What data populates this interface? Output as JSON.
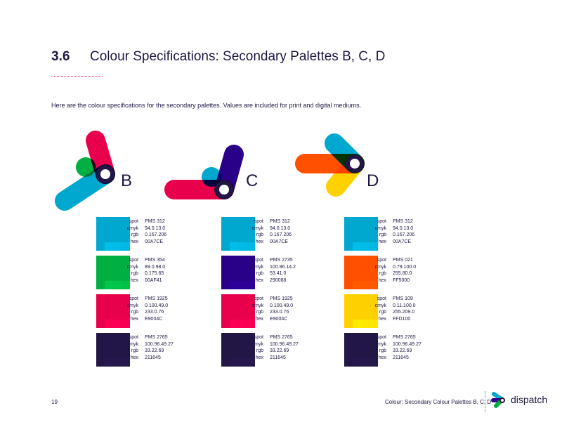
{
  "section_number": "3.6",
  "title": "Colour Specifications: Secondary Palettes B, C, D",
  "intro": "Here are the colour specifications for the secondary palettes. Values are included for print and digital mediums.",
  "labels": {
    "spot": "spot",
    "cmyk": "cmyk",
    "rgb": "rgb",
    "hex": "hex"
  },
  "palettes": [
    {
      "name": "B",
      "swatches": [
        {
          "spot": "PMS 312",
          "cmyk": "94.0.13.0",
          "rgb": "0.167.206",
          "hex": "00A7CE",
          "color": "#00A7CE"
        },
        {
          "spot": "PMS 354",
          "cmyk": "89.0.98.0",
          "rgb": "0.175.65",
          "hex": "00AF41",
          "color": "#00AF41"
        },
        {
          "spot": "PMS 1925",
          "cmyk": "0.100.49.0",
          "rgb": "233.0.76",
          "hex": "E9004C",
          "color": "#E9004C"
        },
        {
          "spot": "PMS 2765",
          "cmyk": "100.96.49.27",
          "rgb": "33.22.69",
          "hex": "211645",
          "color": "#211645"
        }
      ]
    },
    {
      "name": "C",
      "swatches": [
        {
          "spot": "PMS 312",
          "cmyk": "94.0.13.0",
          "rgb": "0.167.206",
          "hex": "00A7CE",
          "color": "#00A7CE"
        },
        {
          "spot": "PMS 2735",
          "cmyk": "100.96.14.2",
          "rgb": "53.41.0",
          "hex": "290088",
          "color": "#290088"
        },
        {
          "spot": "PMS 1925",
          "cmyk": "0.100.49.0",
          "rgb": "233.0.76",
          "hex": "E9004C",
          "color": "#E9004C"
        },
        {
          "spot": "PMS 2765",
          "cmyk": "100.96.49.27",
          "rgb": "33.22.69",
          "hex": "211645",
          "color": "#211645"
        }
      ]
    },
    {
      "name": "D",
      "swatches": [
        {
          "spot": "PMS 312",
          "cmyk": "94.0.13.0",
          "rgb": "0.167.206",
          "hex": "00A7CE",
          "color": "#00A7CE"
        },
        {
          "spot": "PMS 021",
          "cmyk": "0.79.100.0",
          "rgb": "255.80.0",
          "hex": "FF5000",
          "color": "#FF5000"
        },
        {
          "spot": "PMS 109",
          "cmyk": "0.11.100.0",
          "rgb": "255.209.0",
          "hex": "FFD100",
          "color": "#FFD100"
        },
        {
          "spot": "PMS 2765",
          "cmyk": "100.96.49.27",
          "rgb": "33.22.69",
          "hex": "211645",
          "color": "#211645"
        }
      ]
    }
  ],
  "footer": {
    "page": "19",
    "section": "Colour: Secondary Colour Palettes B, C, D",
    "brand": "dispatch"
  }
}
